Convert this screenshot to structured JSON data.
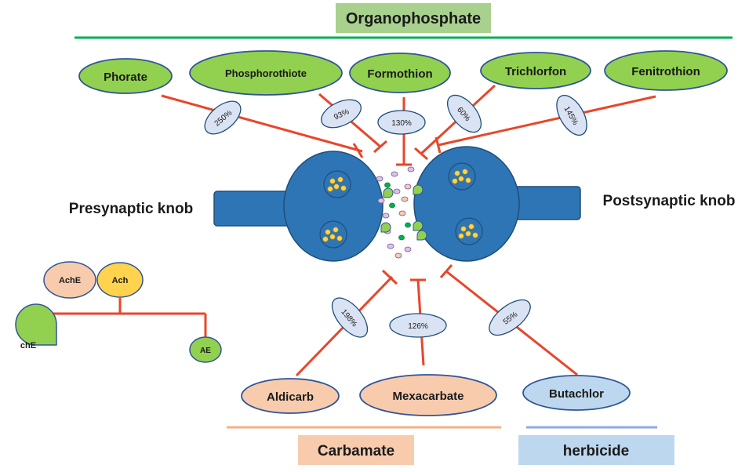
{
  "groups": {
    "organophosphate": "Organophosphate",
    "carbamate": "Carbamate",
    "herbicide": "herbicide"
  },
  "organophosphates": [
    "Phorate",
    "Phosphorothiote",
    "Formothion",
    "Trichlorfon",
    "Fenitrothion"
  ],
  "organophosphate_percents": [
    "250%",
    "93%",
    "130%",
    "60%",
    "145%"
  ],
  "carbamates": [
    "Aldicarb",
    "Mexacarbate"
  ],
  "herbicides": [
    "Butachlor"
  ],
  "lower_percents": [
    "198%",
    "126%",
    "55%"
  ],
  "synapse": {
    "presynaptic": "Presynaptic knob",
    "postsynaptic": "Postsynaptic knob"
  },
  "legend": {
    "ache": "AchE",
    "ach": "Ach",
    "che": "chE",
    "ae": "AE"
  },
  "colors": {
    "green_fill": "#92d050",
    "green_stroke": "#2f5597",
    "orange_line": "#e8462a",
    "peach_fill": "#f8cbad",
    "light_blue_fill": "#bdd7ee",
    "synapse_blue": "#2e75b6",
    "synapse_outline": "#1f4e79",
    "label_blue_fill": "#dae3f3",
    "yellow_fill": "#ffd34d",
    "group_green_bg": "#a9d18e",
    "group_peach_bg": "#f8cbad",
    "group_blue_bg": "#bdd7ee",
    "rule_green": "#00b050",
    "rule_peach": "#f4b183",
    "rule_blue": "#8faadc"
  }
}
